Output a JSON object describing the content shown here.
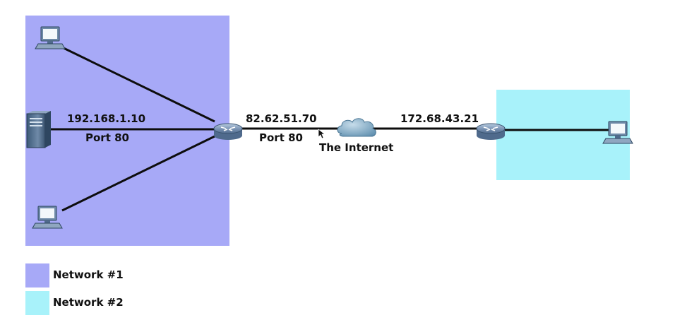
{
  "colors": {
    "network1": "#a7a9f7",
    "network2": "#a8f2fa",
    "link": "#0d0d0d",
    "router": "#7f98b8",
    "cloud": "#6f9cb8"
  },
  "labels": {
    "server_ip": "192.168.1.10",
    "server_port": "Port 80",
    "router1_ip": "82.62.51.70",
    "router1_port": "Port 80",
    "internet": "The Internet",
    "router2_ip": "172.68.43.21"
  },
  "legend": [
    {
      "label": "Network #1",
      "color": "#a7a9f7"
    },
    {
      "label": "Network #2",
      "color": "#a8f2fa"
    }
  ],
  "devices": {
    "network1": [
      "pc-top",
      "server",
      "pc-bottom",
      "router"
    ],
    "internet": [
      "cloud"
    ],
    "network2": [
      "router",
      "pc"
    ]
  },
  "icons": [
    "desktop-pc-icon",
    "server-icon",
    "router-icon",
    "cloud-icon",
    "mouse-cursor-icon"
  ]
}
